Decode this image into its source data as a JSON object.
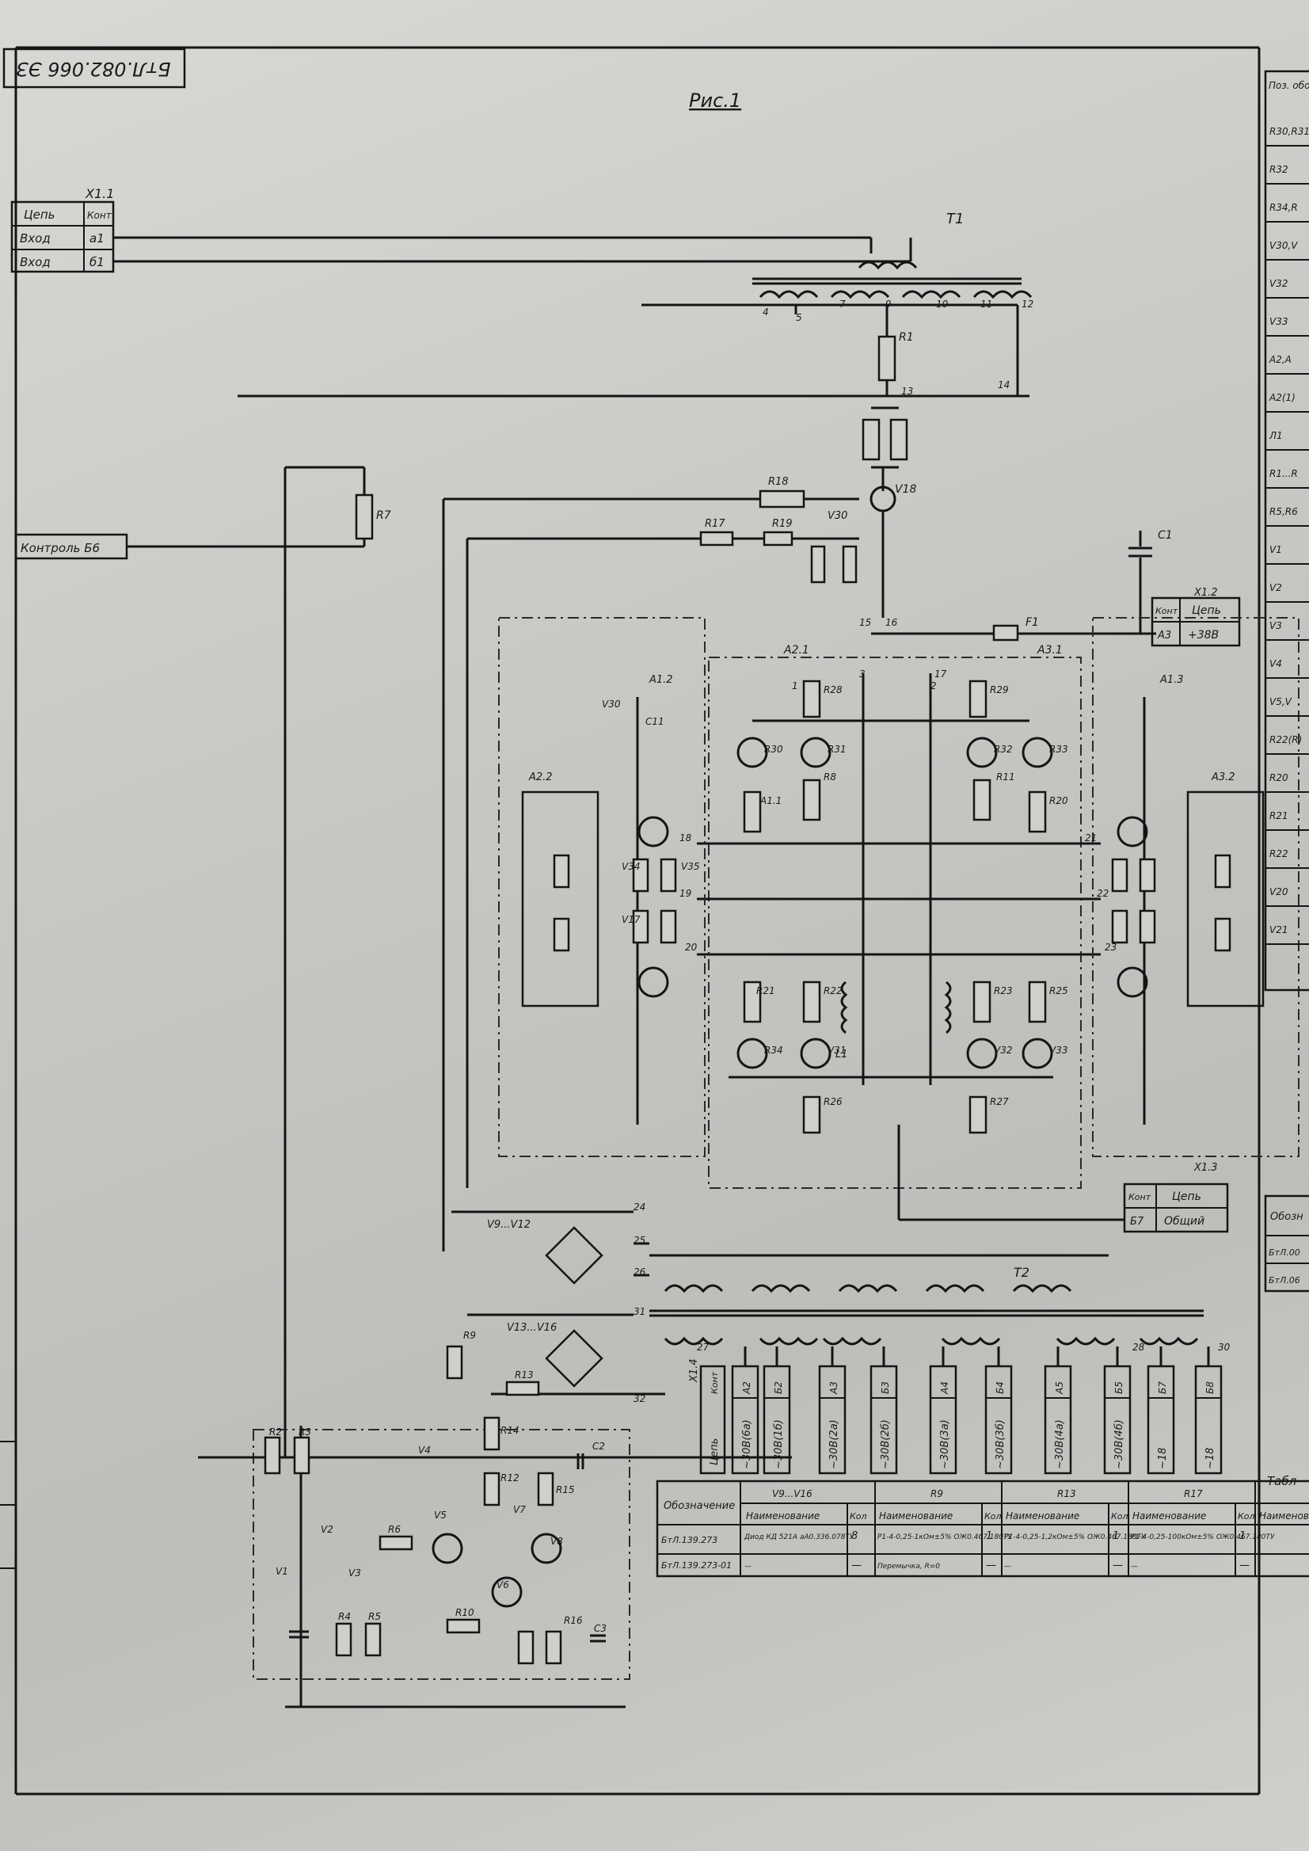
{
  "header": {
    "doc_number": "БтЛ.082.066 ЭЗ",
    "figure_title": "Рис.1"
  },
  "connector_x11": {
    "ref": "X1.1",
    "col_circuit": "Цепь",
    "col_contact": "Конт",
    "rows": [
      {
        "circuit": "Вход",
        "contact": "а1"
      },
      {
        "circuit": "Вход",
        "contact": "б1"
      }
    ]
  },
  "connector_x12": {
    "ref": "X1.2",
    "col_contact": "Конт",
    "col_circuit": "Цепь",
    "row": {
      "contact": "А3",
      "circuit": "+38В"
    }
  },
  "connector_x13": {
    "ref": "X1.3",
    "col_contact": "Конт",
    "col_circuit": "Цепь",
    "row": {
      "contact": "Б7",
      "circuit": "Общий"
    }
  },
  "control_label": "Контроль Б6",
  "connector_x14": {
    "ref": "X1.4",
    "col_circuit": "Цепь",
    "col_contact": "Конт",
    "cells": [
      {
        "circuit": "~30В(6а)",
        "contact": "А2"
      },
      {
        "circuit": "~30В(1б)",
        "contact": "Б2"
      },
      {
        "circuit": "~30В(2а)",
        "contact": "А3"
      },
      {
        "circuit": "~30В(2б)",
        "contact": "Б3"
      },
      {
        "circuit": "~30В(3а)",
        "contact": "А4"
      },
      {
        "circuit": "~30В(3б)",
        "contact": "Б4"
      },
      {
        "circuit": "~30В(4а)",
        "contact": "А5"
      },
      {
        "circuit": "~30В(4б)",
        "contact": "Б5"
      },
      {
        "circuit": "~18",
        "contact": "Б7"
      },
      {
        "circuit": "~18",
        "contact": "Б8"
      }
    ]
  },
  "variant_table": {
    "caption": "Табл",
    "header_designation": "Обозначение",
    "groups": [
      "V9...V16",
      "R9",
      "R13",
      "R17"
    ],
    "col_name": "Наименование",
    "col_qty": "Кол",
    "rows": [
      {
        "designation": "БтЛ.139.273",
        "cells": [
          "Диод КД 521А аА0.336.078ТУ",
          "8",
          "Р1-4-0,25-1кОм±5% ОЖ0.467.180ТУ",
          "1",
          "Р1-4-0,25-1,2кОм±5% ОЖ0.467.180ТУ",
          "1",
          "Р1-4-0,25-100кОм±5% ОЖ0.467.180ТУ",
          "1"
        ]
      },
      {
        "designation": "БтЛ.139.273-01",
        "cells": [
          "—",
          "—",
          "Перемычка, R=0",
          "—",
          "—",
          "—",
          "—",
          "—"
        ]
      }
    ]
  },
  "right_strip": {
    "header": "Поз. обозн.",
    "items": [
      "R30,R31",
      "R32",
      "R34,R",
      "V30,V",
      "V32",
      "V33",
      "А2,А",
      "А2(1)",
      "Л1",
      "R1...R",
      "R5,R6",
      "V1",
      "V2",
      "V3",
      "V4",
      "V5,V",
      "R22(R)",
      "R20",
      "R21",
      "R22",
      "V20",
      "V21"
    ]
  },
  "bottom_right_box": {
    "title": "Обозн",
    "rows": [
      "БтЛ.00",
      "БтЛ.06"
    ]
  },
  "component_labels": {
    "transformers": [
      "T1",
      "T2"
    ],
    "modules": [
      "А1.1",
      "А1.2",
      "А1.3",
      "А2.1",
      "А2.2",
      "А3.1",
      "А3.2"
    ],
    "resistors": [
      "R1",
      "R2",
      "R3",
      "R4",
      "R5",
      "R6",
      "R7",
      "R8",
      "R9",
      "R10",
      "R11",
      "R12",
      "R13",
      "R14",
      "R15",
      "R16",
      "R17",
      "R18",
      "R19",
      "R20",
      "R21",
      "R22",
      "R23",
      "R25",
      "R26",
      "R27",
      "R28",
      "R29",
      "R30",
      "R31",
      "R32",
      "R33",
      "R34"
    ],
    "transistors": [
      "V1",
      "V2",
      "V3",
      "V4",
      "V5",
      "V6",
      "V7",
      "V8",
      "V18",
      "V31",
      "V32",
      "V33",
      "V34",
      "V35"
    ],
    "diodes": [
      "V9...V12",
      "V13...V16",
      "V17",
      "V30"
    ],
    "capacitors": [
      "C1",
      "C2",
      "C3",
      "C11"
    ],
    "other": [
      "F1",
      "L1"
    ]
  },
  "pin_numbers": [
    "1",
    "2",
    "3",
    "4",
    "5",
    "7",
    "9",
    "10",
    "11",
    "12",
    "13",
    "14",
    "15",
    "16",
    "17",
    "18",
    "19",
    "20",
    "21",
    "22",
    "23",
    "24",
    "25",
    "26",
    "27",
    "28",
    "30",
    "31",
    "32"
  ]
}
